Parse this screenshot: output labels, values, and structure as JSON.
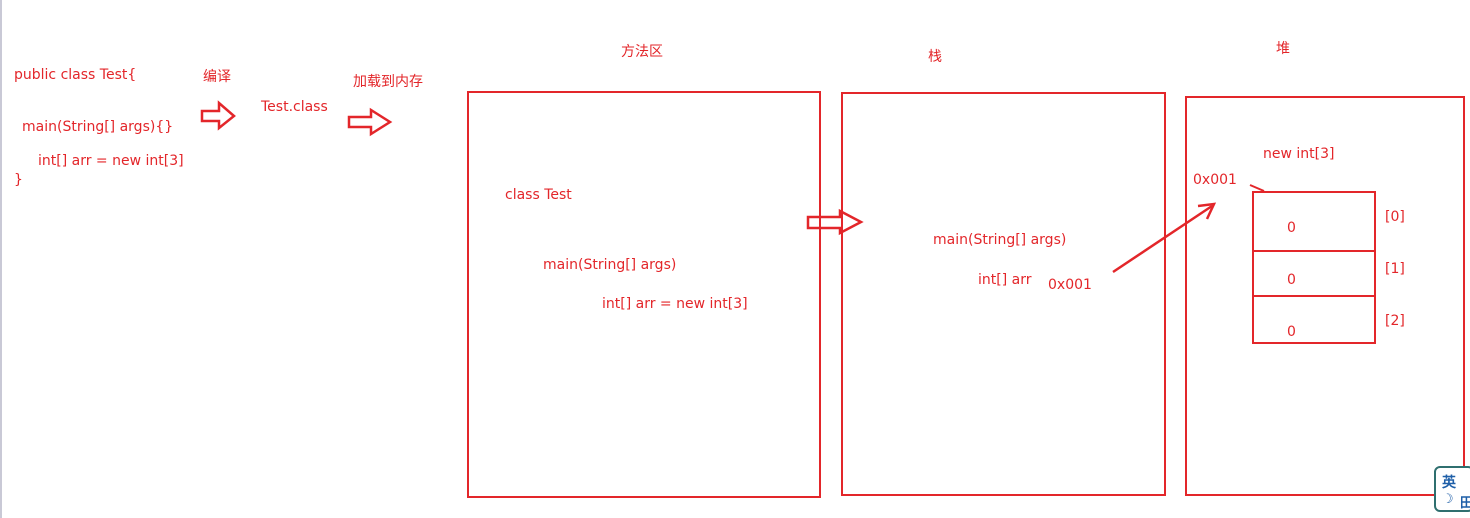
{
  "source": {
    "line1": "public class Test{",
    "line2": "main(String[] args){}",
    "line3": "int[] arr = new int[3]",
    "line4": "}"
  },
  "steps": {
    "compile": "编译",
    "classfile": "Test.class",
    "load": "加载到内存"
  },
  "method_area": {
    "title": "方法区",
    "class_label": "class Test",
    "main_label": "main(String[] args)",
    "stmt": "int[] arr = new int[3]"
  },
  "stack": {
    "title": "栈",
    "main_label": "main(String[] args)",
    "var": "int[] arr",
    "ref": "0x001"
  },
  "heap": {
    "title": "堆",
    "new_label": "new int[3]",
    "addr": "0x001",
    "cells": [
      {
        "value": "0",
        "index": "[0]"
      },
      {
        "value": "0",
        "index": "[1]"
      },
      {
        "value": "0",
        "index": "[2]"
      }
    ]
  },
  "ime": {
    "char": "英",
    "moon": "☽",
    "grid": "田"
  },
  "colors": {
    "accent": "#e3262a",
    "ime": "#1f5fa8"
  }
}
